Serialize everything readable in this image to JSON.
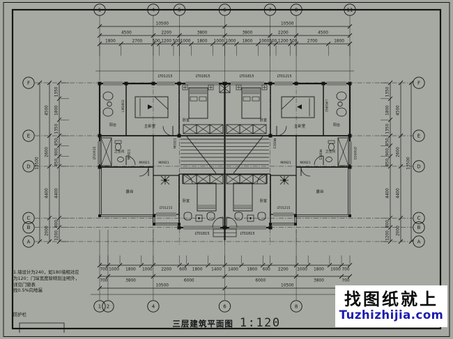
{
  "title": {
    "name": "三层建筑平面图",
    "scale": "1:120"
  },
  "watermark": {
    "line1": "找图纸就上",
    "line2": "Tuzhizhijia.com"
  },
  "notes": {
    "lines": [
      "1.墙设计为240，如180墙相对应",
      "为120：门垛宽度除特别注明外，",
      "详见门窗表",
      "找0.5%向地漏"
    ],
    "railing_label": "防护栏"
  },
  "grid": {
    "top": [
      {
        "label": "1",
        "mm": 0
      },
      {
        "label": "4",
        "mm": 4500
      },
      {
        "label": "5",
        "mm": 6700
      },
      {
        "label": "6",
        "mm": 10500
      },
      {
        "label": "7",
        "mm": 14300
      },
      {
        "label": "8",
        "mm": 16500
      },
      {
        "label": "11",
        "mm": 21000
      }
    ],
    "bottom": [
      {
        "label": "1",
        "mm": 0
      },
      {
        "label": "2",
        "mm": 700
      },
      {
        "label": "4",
        "mm": 4500
      },
      {
        "label": "6",
        "mm": 10500
      },
      {
        "label": "8",
        "mm": 16500
      }
    ],
    "left": [
      {
        "label": "F",
        "mm": 0
      },
      {
        "label": "E",
        "mm": 4500
      },
      {
        "label": "D",
        "mm": 7100
      },
      {
        "label": "C",
        "mm": 11500
      },
      {
        "label": "B",
        "mm": 12300
      },
      {
        "label": "A",
        "mm": 13500
      }
    ],
    "right": [
      {
        "label": "F",
        "mm": 0
      },
      {
        "label": "E",
        "mm": 4500
      },
      {
        "label": "D",
        "mm": 7100
      },
      {
        "label": "C",
        "mm": 11500
      },
      {
        "label": "B",
        "mm": 12300
      },
      {
        "label": "A",
        "mm": 13500
      }
    ]
  },
  "dimensions": {
    "top_overall": [
      10500,
      10500
    ],
    "top_major": [
      4500,
      2200,
      3800,
      3800,
      2200,
      4500
    ],
    "top_detail": [
      1800,
      2700,
      500,
      1200,
      500,
      1000,
      1800,
      1000,
      1000,
      1800,
      1000,
      500,
      1200,
      500,
      2700,
      1800
    ],
    "bottom_detail": [
      700,
      1000,
      1800,
      1000,
      2200,
      600,
      1800,
      1400,
      1400,
      1800,
      600,
      2200,
      1000,
      1800,
      1000,
      700
    ],
    "bottom_major": [
      700,
      3800,
      6000,
      6000,
      3800,
      700
    ],
    "bottom_overall": [
      10500,
      10500
    ],
    "side_overall": [
      13500
    ],
    "side_major": [
      4500,
      2600,
      4400,
      2000
    ],
    "side_detail": [
      1350,
      1800,
      1350,
      850,
      900,
      850,
      4400,
      800,
      1200
    ]
  },
  "plan_labels": {
    "windows_top": [
      "LT01215",
      "LT01815",
      "LT01815",
      "LT01215"
    ],
    "windows_bottom": [
      "LT01815",
      "LT01815"
    ],
    "window_small": "LT01215",
    "window_side": "LT00915",
    "balcony_door": "LM1802",
    "door_m0921": "M0921",
    "door_m0821": "M0821",
    "rooms": {
      "master": "主卧室",
      "bedroom": "卧室",
      "bath": "卫生间",
      "terrace": "露台",
      "balcony": "阳台"
    }
  },
  "colors": {
    "paper": "#a5a9a1",
    "ink": "#151515",
    "watermark_bg": "#ffffff",
    "watermark_blue": "#1c1cb0"
  }
}
